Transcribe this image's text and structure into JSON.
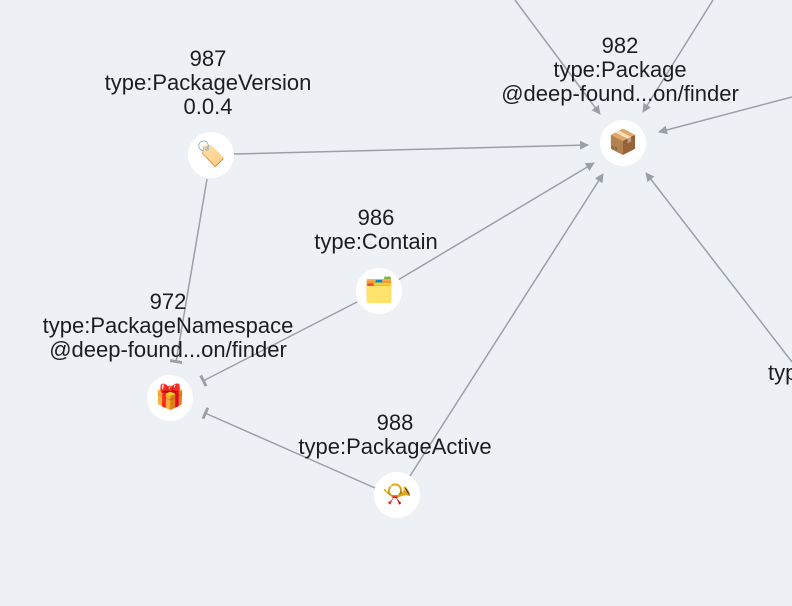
{
  "nodes": {
    "n982": {
      "id": "982",
      "type": "type:Package",
      "value": "@deep-found...on/finder",
      "icon": "package-icon",
      "glyph": "📦"
    },
    "n987": {
      "id": "987",
      "type": "type:PackageVersion",
      "value": "0.0.4",
      "icon": "tag-icon",
      "glyph": "🏷️"
    },
    "n986": {
      "id": "986",
      "type": "type:Contain",
      "icon": "card-index-dividers-icon",
      "glyph": "🗂️"
    },
    "n972": {
      "id": "972",
      "type": "type:PackageNamespace",
      "value": "@deep-found...on/finder",
      "icon": "wrapped-gift-icon",
      "glyph": "🎁"
    },
    "n988": {
      "id": "988",
      "type": "type:PackageActive",
      "icon": "postal-horn-icon",
      "glyph": "📯"
    },
    "offscreen_right": {
      "type_fragment": "typ"
    }
  },
  "edge_color": "#9aa0a6"
}
